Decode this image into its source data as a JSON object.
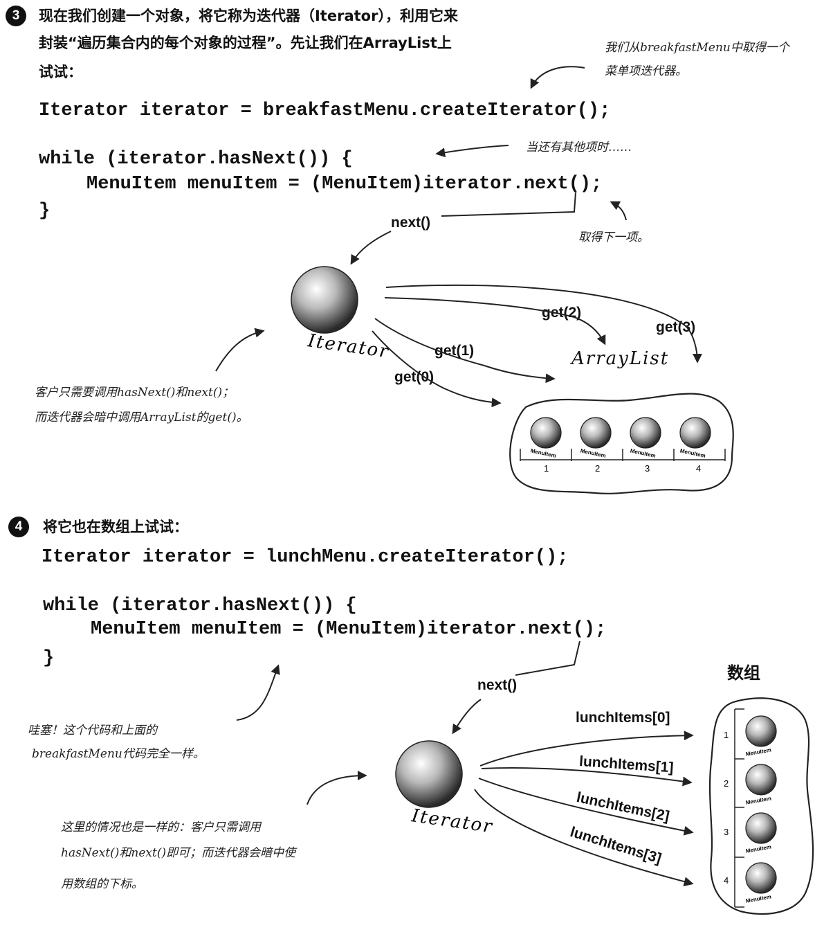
{
  "step3": {
    "number": "3",
    "intro": [
      "现在我们创建一个对象，将它称为迭代器（Iterator），利用它来",
      "封装“遍历集合内的每个对象的过程”。先让我们在ArrayList上",
      "试试："
    ],
    "code": [
      "Iterator iterator = breakfastMenu.createIterator();",
      "while (iterator.hasNext()) {",
      "MenuItem menuItem = (MenuItem)iterator.next();",
      "}"
    ],
    "notes": {
      "get_iterator": [
        "我们从breakfastMenu中取得一个",
        "菜单项迭代器。"
      ],
      "while_more": "当还有其他项时……",
      "get_next": "取得下一项。",
      "client": [
        "客户只需要调用hasNext()和next()；",
        "而迭代器会暗中调用ArrayList的get()。"
      ]
    },
    "labels": {
      "next": "next()",
      "get0": "get(0)",
      "get1": "get(1)",
      "get2": "get(2)",
      "get3": "get(3)",
      "iterator": "Iterator",
      "arraylist": "ArrayList"
    },
    "items": [
      {
        "label": "MenuItem",
        "index": "1"
      },
      {
        "label": "MenuItem",
        "index": "2"
      },
      {
        "label": "MenuItem",
        "index": "3"
      },
      {
        "label": "MenuItem",
        "index": "4"
      }
    ]
  },
  "step4": {
    "number": "4",
    "intro": "将它也在数组上试试：",
    "code": [
      "Iterator iterator = lunchMenu.createIterator();",
      "while (iterator.hasNext()) {",
      "MenuItem menuItem = (MenuItem)iterator.next();",
      "}"
    ],
    "notes": {
      "same_code": [
        "哇塞！这个代码和上面的",
        "breakfastMenu代码完全一样。"
      ],
      "client": [
        "这里的情况也是一样的：客户只需调用",
        "hasNext()和next()即可；而迭代器会暗中使",
        "用数组的下标。"
      ]
    },
    "labels": {
      "next": "next()",
      "iterator": "Iterator",
      "array_title": "数组",
      "li0": "lunchItems[0]",
      "li1": "lunchItems[1]",
      "li2": "lunchItems[2]",
      "li3": "lunchItems[3]"
    },
    "items": [
      {
        "label": "MenuItem",
        "index": "1"
      },
      {
        "label": "MenuItem",
        "index": "2"
      },
      {
        "label": "MenuItem",
        "index": "3"
      },
      {
        "label": "MenuItem",
        "index": "4"
      }
    ]
  }
}
